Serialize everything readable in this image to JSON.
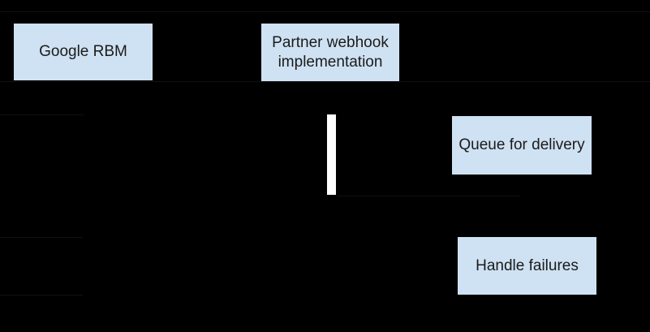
{
  "diagram": {
    "type": "sequence-diagram",
    "background_color": "#000000",
    "node_fill_color": "#cfe2f3",
    "node_text_color": "#1b1b1b",
    "activation_bar_color": "#ffffff",
    "faint_line_color": "#111114",
    "nodes": [
      {
        "id": "google-rbm",
        "label": "Google RBM"
      },
      {
        "id": "partner-webhook-implementation",
        "label": "Partner webhook implementation"
      },
      {
        "id": "queue-for-delivery",
        "label": "Queue for delivery"
      },
      {
        "id": "handle-failures",
        "label": "Handle failures"
      }
    ],
    "activation_bar": {
      "lifeline": "partner-webhook-implementation"
    },
    "faint_lines": [
      {
        "id": "frame-top-line",
        "role": "full-width divider near top"
      },
      {
        "id": "header-bottom-line",
        "role": "full-width divider under participant boxes"
      },
      {
        "id": "incoming-message-line-1",
        "role": "short stub from left edge to Google RBM lifeline"
      },
      {
        "id": "return-message-line",
        "role": "stub from activation bar toward queue lifeline"
      },
      {
        "id": "incoming-message-line-2",
        "role": "short stub from left edge to Google RBM lifeline"
      },
      {
        "id": "incoming-message-line-3",
        "role": "short stub from left edge to Google RBM lifeline"
      }
    ]
  }
}
